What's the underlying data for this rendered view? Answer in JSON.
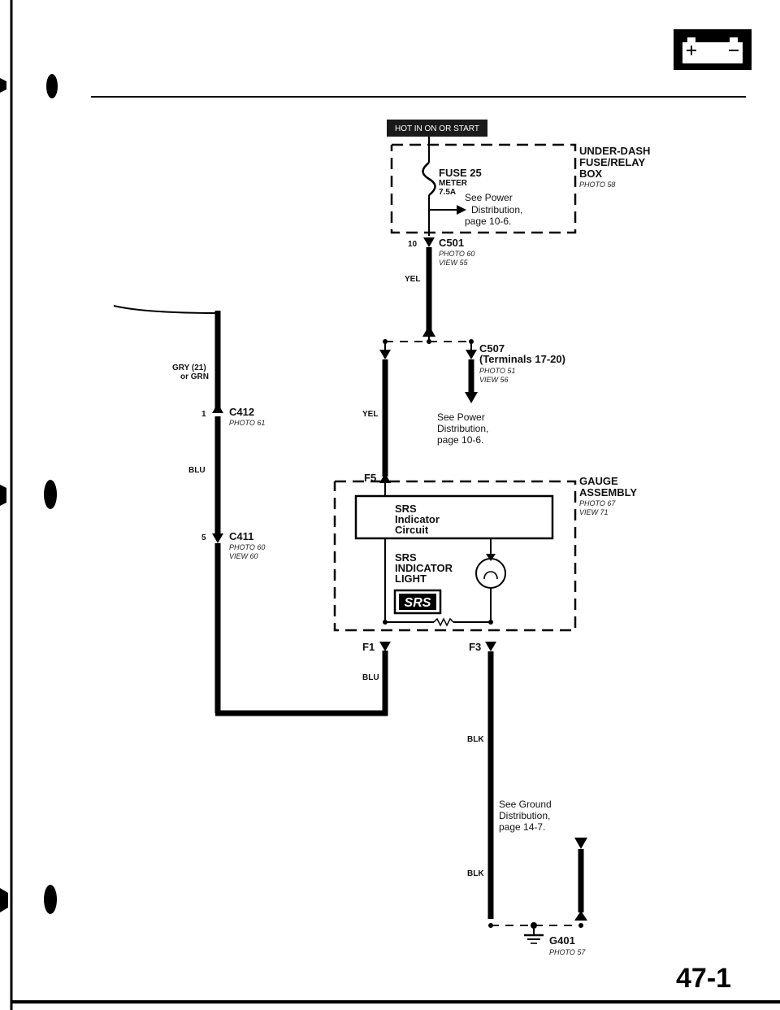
{
  "header": {
    "power_tag": "HOT IN ON OR START"
  },
  "fuse_box": {
    "name_line1": "UNDER-DASH",
    "name_line2": "FUSE/RELAY",
    "name_line3": "BOX",
    "photo": "PHOTO 58",
    "fuse_label": "FUSE 25",
    "fuse_circuit": "METER",
    "fuse_rating": "7.5A",
    "see_line1": "See Power",
    "see_line2": "Distribution,",
    "see_line3": "page 10-6."
  },
  "c501": {
    "pin": "10",
    "name": "C501",
    "photo": "PHOTO 60",
    "view": "VIEW 55",
    "wire_color": "YEL"
  },
  "c507": {
    "name": "C507",
    "terminals": "(Terminals 17-20)",
    "photo": "PHOTO 51",
    "view": "VIEW 56",
    "wire_color": "YEL",
    "see_line1": "See Power",
    "see_line2": "Distribution,",
    "see_line3": "page 10-6."
  },
  "left_branch": {
    "wire_color_top_line1": "GRY (21)",
    "wire_color_top_line2": "or GRN",
    "c412_pin": "1",
    "c412_name": "C412",
    "c412_photo": "PHOTO 61",
    "mid_wire_color": "BLU",
    "c411_pin": "5",
    "c411_name": "C411",
    "c411_photo": "PHOTO 60",
    "c411_view": "VIEW 60"
  },
  "gauge": {
    "name_line1": "GAUGE",
    "name_line2": "ASSEMBLY",
    "photo": "PHOTO 67",
    "view": "VIEW 71",
    "pin_top": "F5",
    "circuit_line1": "SRS",
    "circuit_line2": "Indicator",
    "circuit_line3": "Circuit",
    "light_line1": "SRS",
    "light_line2": "INDICATOR",
    "light_line3": "LIGHT",
    "srs_symbol": "SRS",
    "pin_left": "F1",
    "pin_right": "F3",
    "bottom_wire_color": "BLU"
  },
  "ground": {
    "wire_color_1": "BLK",
    "see_line1": "See Ground",
    "see_line2": "Distribution,",
    "see_line3": "page 14-7.",
    "wire_color_2": "BLK",
    "name": "G401",
    "photo": "PHOTO 57"
  },
  "footer": {
    "page_number": "47-1"
  }
}
